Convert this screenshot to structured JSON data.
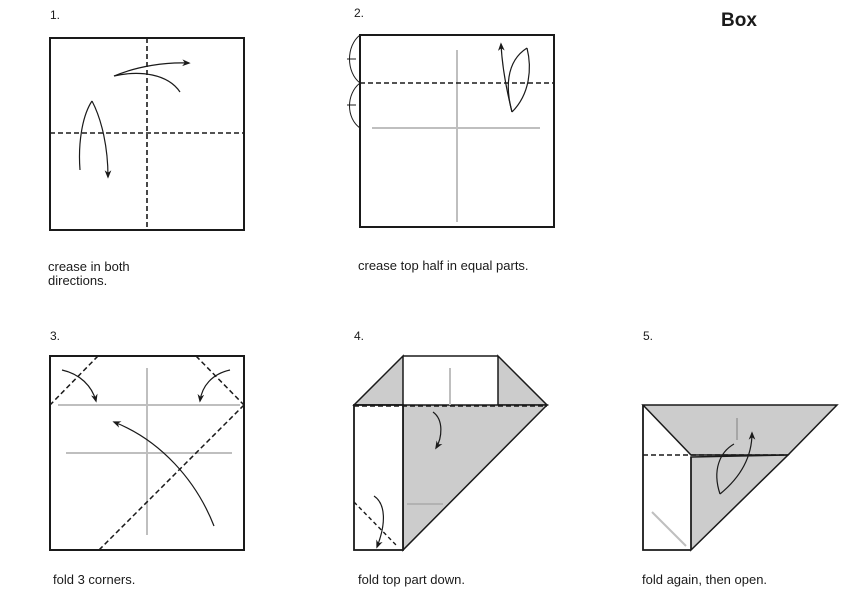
{
  "title": "Box",
  "steps": [
    {
      "number": "1.",
      "caption": "crease in both\ndirections."
    },
    {
      "number": "2.",
      "caption": "crease top half in equal parts."
    },
    {
      "number": "3.",
      "caption": "fold 3 corners."
    },
    {
      "number": "4.",
      "caption": "fold top part down."
    },
    {
      "number": "5.",
      "caption": "fold again, then open."
    }
  ],
  "colors": {
    "line": "#1a1a1a",
    "crease": "#bfbfbf",
    "fill": "#cccccc"
  }
}
